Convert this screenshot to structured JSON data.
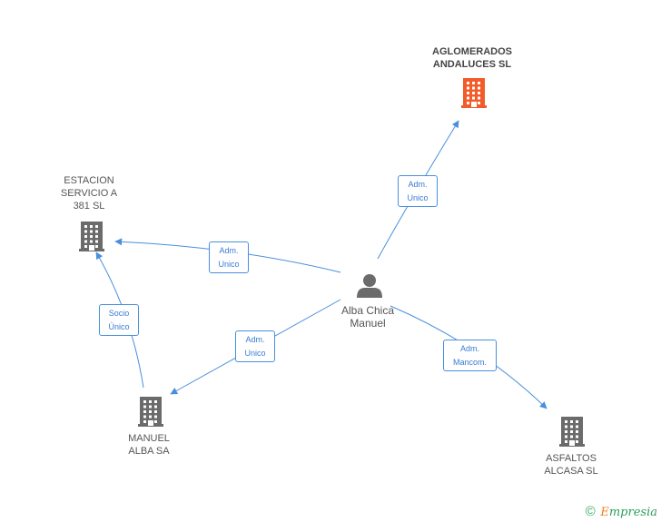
{
  "nodes": {
    "aglomerados": {
      "lines": [
        "AGLOMERADOS",
        "ANDALUCES SL"
      ],
      "icon": "building-icon",
      "color": "#f25c2a"
    },
    "estacion": {
      "lines": [
        "ESTACION",
        "SERVICIO A",
        "381 SL"
      ],
      "icon": "building-icon",
      "color": "#6b6b6b"
    },
    "manuel_alba": {
      "lines": [
        "MANUEL",
        "ALBA SA"
      ],
      "icon": "building-icon",
      "color": "#6b6b6b"
    },
    "asfaltos": {
      "lines": [
        "ASFALTOS",
        "ALCASA SL"
      ],
      "icon": "building-icon",
      "color": "#6b6b6b"
    },
    "person": {
      "lines": [
        "Alba Chica",
        "Manuel"
      ],
      "icon": "person-icon",
      "color": "#6b6b6b"
    }
  },
  "edges": {
    "to_aglomerados": [
      "Adm.",
      "Unico"
    ],
    "to_estacion": [
      "Adm.",
      "Unico"
    ],
    "to_manuel_alba": [
      "Adm.",
      "Unico"
    ],
    "to_asfaltos": [
      "Adm.",
      "Mancom."
    ],
    "socio": [
      "Socio",
      "Único"
    ]
  },
  "colors": {
    "edge": "#4a8fdd"
  },
  "footer": {
    "copyright": "©",
    "brand_first": "E",
    "brand_rest": "mpresia"
  }
}
